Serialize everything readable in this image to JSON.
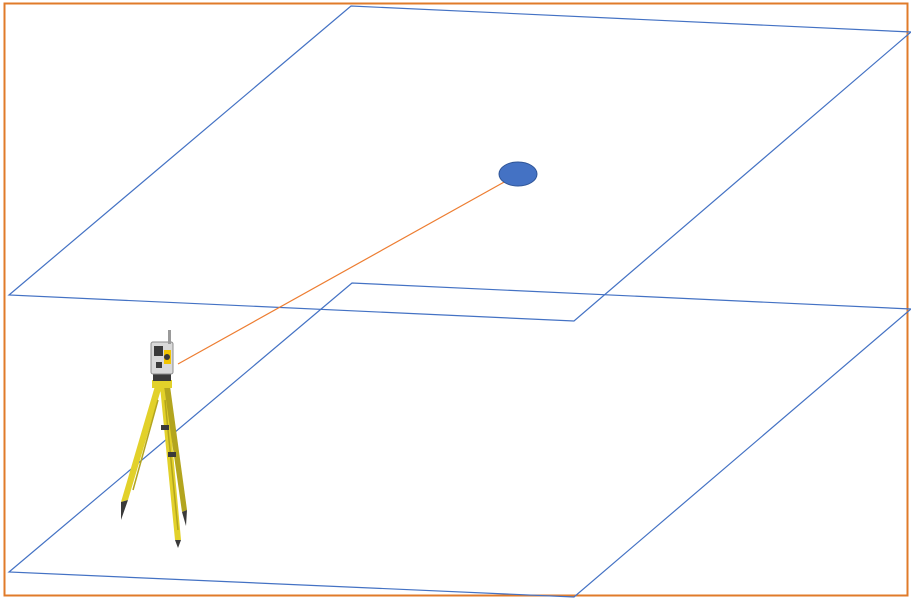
{
  "colors": {
    "frame": "#E07B2A",
    "plane": "#4472C4",
    "target": "#4472C4",
    "target_stroke": "#2F5597",
    "sight_line": "#ED7D31",
    "tripod_yellow": "#E2D12A",
    "tripod_shadow": "#B3A51E",
    "instrument_body": "#D9D9D9",
    "instrument_dark": "#3A3A3A",
    "instrument_accent": "#F2C500"
  },
  "elements": {
    "upper_plane": "upper-plane",
    "lower_plane": "lower-plane",
    "target": "target-point",
    "sight_line": "sight-line",
    "instrument": "total-station-icon"
  }
}
